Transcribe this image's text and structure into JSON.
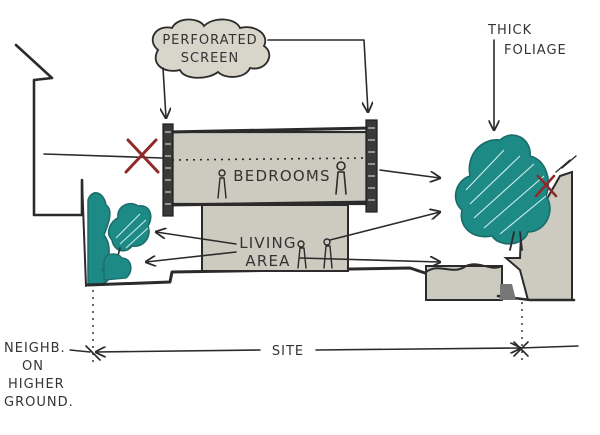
{
  "labels": {
    "screen": [
      "PERFORATED",
      "SCREEN"
    ],
    "foliage": [
      "THICK",
      "FOLIAGE"
    ],
    "bedrooms": "BEDROOMS",
    "living": [
      "LIVING",
      "AREA"
    ],
    "site": "SITE",
    "neighbour": [
      "NEIGHB.",
      "ON",
      "HIGHER",
      "GROUND."
    ]
  },
  "colors": {
    "ink": "#2b2b2b",
    "building": "#cdcbc0",
    "foliage": "#1e8a86",
    "cross": "#8e2a2a"
  }
}
